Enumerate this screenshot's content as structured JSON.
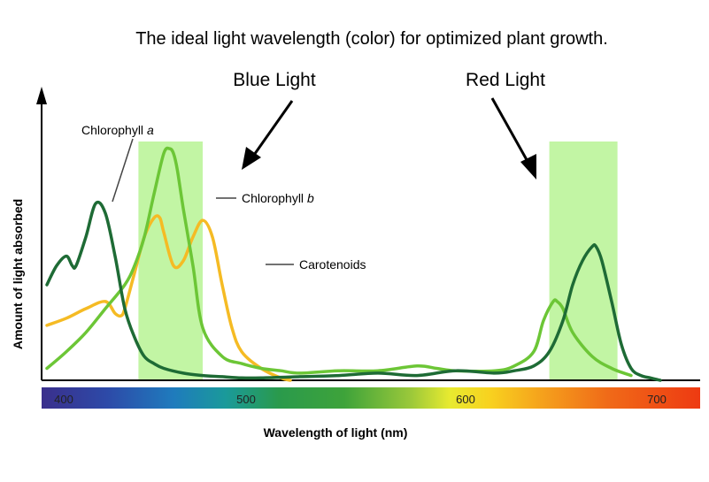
{
  "chart_data": {
    "type": "line",
    "title": "The ideal light wavelength (color) for optimized plant growth.",
    "xlabel": "Wavelength of light (nm)",
    "ylabel": "Amount of light absorbed",
    "xlim": [
      390,
      710
    ],
    "ylim": [
      0,
      1
    ],
    "x_ticks": [
      400,
      500,
      600,
      700
    ],
    "annotations": [
      "Blue Light",
      "Red Light"
    ],
    "highlight_bands": [
      {
        "name": "blue-band",
        "x": [
          437,
          470
        ],
        "color": "#c2f5a4"
      },
      {
        "name": "red-band",
        "x": [
          648,
          683
        ],
        "color": "#c2f5a4"
      }
    ],
    "series": [
      {
        "name": "Chlorophyll a",
        "label_prefix": "Chlorophyll ",
        "label_italic": "a",
        "color": "#1e6b35",
        "x": [
          390,
          395,
          400,
          403,
          405,
          410,
          415,
          420,
          425,
          430,
          435,
          440,
          445,
          450,
          460,
          470,
          480,
          490,
          500,
          520,
          540,
          560,
          580,
          600,
          620,
          630,
          640,
          648,
          655,
          660,
          665,
          670,
          672,
          675,
          680,
          685,
          690,
          695,
          700,
          705
        ],
        "y": [
          0.4,
          0.48,
          0.52,
          0.48,
          0.48,
          0.6,
          0.74,
          0.7,
          0.52,
          0.3,
          0.18,
          0.1,
          0.07,
          0.05,
          0.03,
          0.02,
          0.015,
          0.01,
          0.01,
          0.015,
          0.02,
          0.03,
          0.02,
          0.04,
          0.03,
          0.04,
          0.06,
          0.12,
          0.25,
          0.4,
          0.5,
          0.56,
          0.56,
          0.5,
          0.33,
          0.15,
          0.05,
          0.02,
          0.01,
          0.0
        ]
      },
      {
        "name": "Chlorophyll b",
        "label_prefix": "Chlorophyll ",
        "label_italic": "b",
        "color": "#6cc636",
        "x": [
          390,
          400,
          410,
          420,
          430,
          435,
          440,
          445,
          450,
          453,
          455,
          457,
          460,
          465,
          470,
          480,
          490,
          500,
          510,
          520,
          540,
          560,
          580,
          590,
          600,
          620,
          630,
          640,
          645,
          650,
          652,
          655,
          660,
          670,
          680,
          690
        ],
        "y": [
          0.05,
          0.12,
          0.2,
          0.3,
          0.4,
          0.48,
          0.6,
          0.78,
          0.95,
          0.97,
          0.95,
          0.88,
          0.72,
          0.48,
          0.22,
          0.1,
          0.07,
          0.05,
          0.04,
          0.03,
          0.04,
          0.04,
          0.06,
          0.05,
          0.04,
          0.04,
          0.06,
          0.12,
          0.25,
          0.33,
          0.33,
          0.3,
          0.2,
          0.1,
          0.05,
          0.02
        ]
      },
      {
        "name": "Carotenoids",
        "label_prefix": "Carotenoids",
        "label_italic": "",
        "color": "#f5bb24",
        "x": [
          390,
          400,
          410,
          420,
          425,
          428,
          430,
          435,
          440,
          445,
          448,
          450,
          455,
          460,
          465,
          470,
          475,
          480,
          485,
          490,
          500,
          510,
          515
        ],
        "y": [
          0.23,
          0.26,
          0.3,
          0.33,
          0.28,
          0.27,
          0.3,
          0.45,
          0.6,
          0.68,
          0.68,
          0.62,
          0.48,
          0.5,
          0.6,
          0.67,
          0.6,
          0.4,
          0.22,
          0.12,
          0.05,
          0.01,
          0.0
        ]
      }
    ],
    "grid": false,
    "legend": "inline labels"
  }
}
